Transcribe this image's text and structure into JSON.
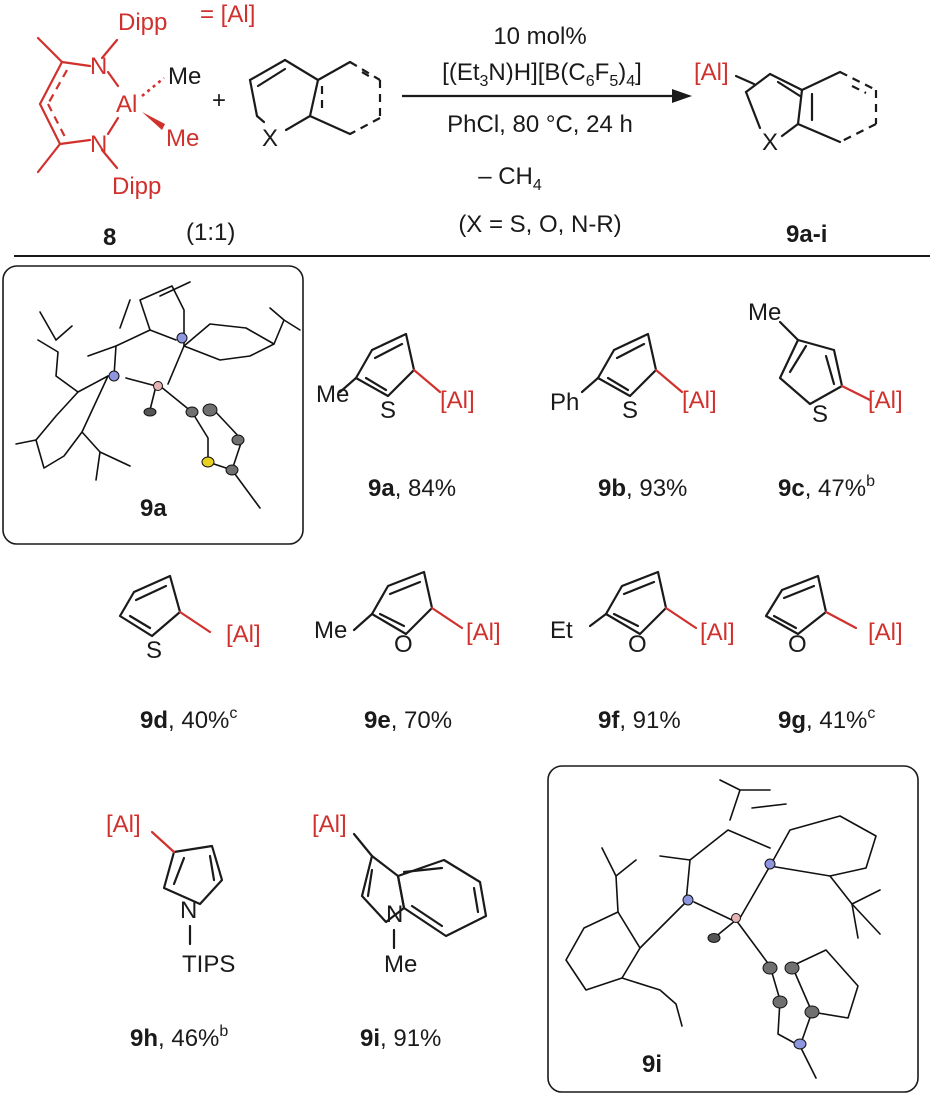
{
  "reagent": {
    "alias_def": "= [Al]",
    "n_top": "N",
    "n_bottom": "N",
    "dipp_top": "Dipp",
    "dipp_bottom": "Dipp",
    "metal": "Al",
    "me_top": "Me",
    "me_bottom": "Me",
    "label": "8",
    "ratio": "(1:1)",
    "plus": "+",
    "heteroatom": "X"
  },
  "conditions": {
    "catalyst_loading": "10 mol%",
    "catalyst": "[(Et3N)H][B(C6F5)4]",
    "solvent_temp_time": "PhCl, 80 °C, 24 h",
    "byproduct": "– CH4",
    "scope_note": "(X = S, O, N-R)"
  },
  "product": {
    "al": "[Al]",
    "heteroatom": "X",
    "label": "9a-i"
  },
  "compounds": [
    {
      "id": "9a",
      "substituent": "Me",
      "heteroatom": "S",
      "al": "[Al]",
      "yield": ", 84%",
      "note": ""
    },
    {
      "id": "9b",
      "substituent": "Ph",
      "heteroatom": "S",
      "al": "[Al]",
      "yield": ", 93%",
      "note": ""
    },
    {
      "id": "9c",
      "substituent": "Me",
      "heteroatom": "S",
      "al": "[Al]",
      "yield": ", 47%",
      "note": "b"
    },
    {
      "id": "9d",
      "substituent": "",
      "heteroatom": "S",
      "al": "[Al]",
      "yield": ", 40%",
      "note": "c"
    },
    {
      "id": "9e",
      "substituent": "Me",
      "heteroatom": "O",
      "al": "[Al]",
      "yield": ", 70%",
      "note": ""
    },
    {
      "id": "9f",
      "substituent": "Et",
      "heteroatom": "O",
      "al": "[Al]",
      "yield": ", 91%",
      "note": ""
    },
    {
      "id": "9g",
      "substituent": "",
      "heteroatom": "O",
      "al": "[Al]",
      "yield": ", 41%",
      "note": "c"
    },
    {
      "id": "9h",
      "substituent": "TIPS",
      "heteroatom": "N",
      "al": "[Al]",
      "yield": ", 46%",
      "note": "b"
    },
    {
      "id": "9i",
      "substituent": "Me",
      "heteroatom": "N",
      "al": "[Al]",
      "yield": ", 91%",
      "note": ""
    }
  ],
  "crystal_structures": [
    {
      "label": "9a"
    },
    {
      "label": "9i"
    }
  ],
  "colors": {
    "aluminum_fragment": "#d0312d",
    "text": "#1a1a1a",
    "nitrogen_atom": "#8f96e0",
    "aluminum_atom": "#e6b3b3",
    "sulfur_atom": "#e8d020",
    "carbon_atom": "#707070"
  }
}
